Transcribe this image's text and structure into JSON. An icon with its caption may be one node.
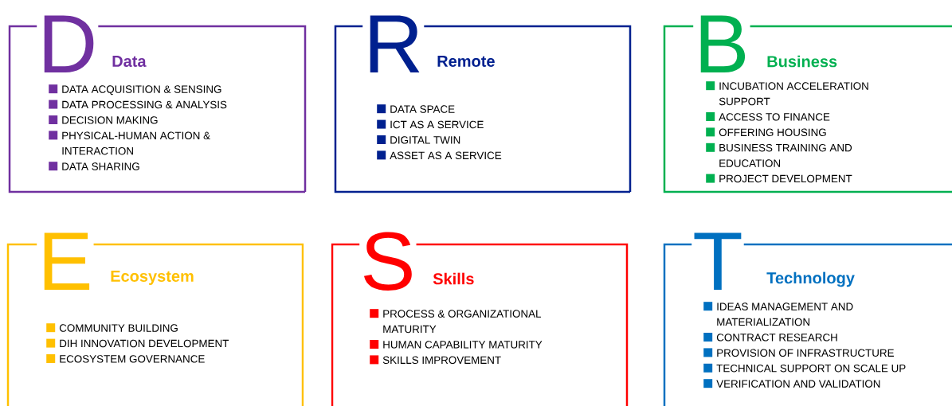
{
  "diagram": {
    "nodes": [
      {
        "text": [
          "D",
          "Data",
          "DATA ACQUISITION & SENSING",
          "DATA PROCESSING & ANALYSIS",
          "DECISION MAKING",
          "PHYSICAL-HUMAN ACTION & INTERACTION",
          "DATA SHARING"
        ]
      },
      {
        "text": [
          "R",
          "Remote",
          "DATA SPACE",
          "ICT AS A SERVICE",
          "DIGITAL TWIN",
          "ASSET AS A SERVICE"
        ]
      },
      {
        "text": [
          "B",
          "Business",
          "INCUBATION ACCELERATION SUPPORT",
          "ACCESS TO FINANCE",
          "OFFERING HOUSING",
          "BUSINESS TRAINING AND EDUCATION",
          "PROJECT DEVELOPMENT"
        ]
      },
      {
        "text": [
          "E",
          "Ecosystem",
          "COMMUNITY BUILDING",
          "DIH INNOVATION DEVELOPMENT",
          "ECOSYSTEM GOVERNANCE"
        ]
      },
      {
        "text": [
          "S",
          "Skills",
          "PROCESS & ORGANIZATIONAL MATURITY",
          "HUMAN CAPABILITY MATURITY",
          "SKILLS IMPROVEMENT"
        ]
      },
      {
        "text": [
          "T",
          "Technology",
          "IDEAS MANAGEMENT AND MATERIALIZATION",
          "CONTRACT RESEARCH",
          "PROVISION OF INFRASTRUCTURE",
          "TECHNICAL SUPPORT ON SCALE UP",
          "VERIFICATION AND VALIDATION"
        ]
      }
    ]
  }
}
